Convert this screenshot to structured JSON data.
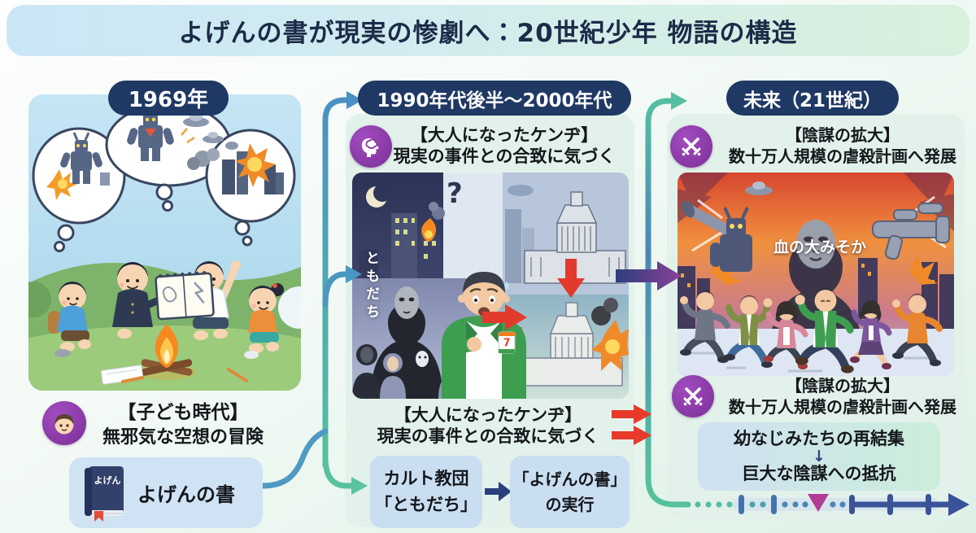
{
  "title": "よげんの書が現実の惨劇へ：20世紀少年 物語の構造",
  "era1": {
    "pill": "1969年",
    "phase_title": "【子ども時代】",
    "phase_desc": "無邪気な空想の冒険",
    "book_cover": "よげん",
    "book_label": "よげんの書"
  },
  "era2": {
    "pill": "1990年代後半〜2000年代",
    "phase_title": "【大人になったケンヂ】",
    "phase_desc": "現実の事件との合致に気づく",
    "phase_title_repeat": "【大人になったケンヂ】",
    "phase_desc_repeat": "現実の事件との合致に気づく",
    "cult_label": "ともだち",
    "question_mark": "?",
    "store_badge": "7",
    "flow_box1_line1": "カルト教団",
    "flow_box1_line2": "「ともだち」",
    "flow_box2_line1": "「よげんの書」",
    "flow_box2_line2": "の実行"
  },
  "era3": {
    "pill": "未来（21世紀）",
    "phase_title": "【陰謀の拡大】",
    "phase_desc": "数十万人規模の虐殺計画へ発展",
    "phase_title_repeat": "【陰謀の拡大】",
    "phase_desc_repeat": "数十万人規模の虐殺計画へ発展",
    "banner_label": "血の大みそか",
    "resolve_line1": "幼なじみたちの再結集",
    "resolve_arrow": "↓",
    "resolve_line2": "巨大な陰謀への抵抗"
  },
  "colors": {
    "pill_navy": "#1f3864",
    "icon_purple": "#8a3d9e",
    "arrow_red": "#e8392b",
    "arrow_blue": "#4a90c5",
    "arrow_teal": "#55c19d",
    "arrow_purple": "#8a4099",
    "timeline_navy": "#3a5398",
    "timeline_marker": "#b13d96"
  }
}
